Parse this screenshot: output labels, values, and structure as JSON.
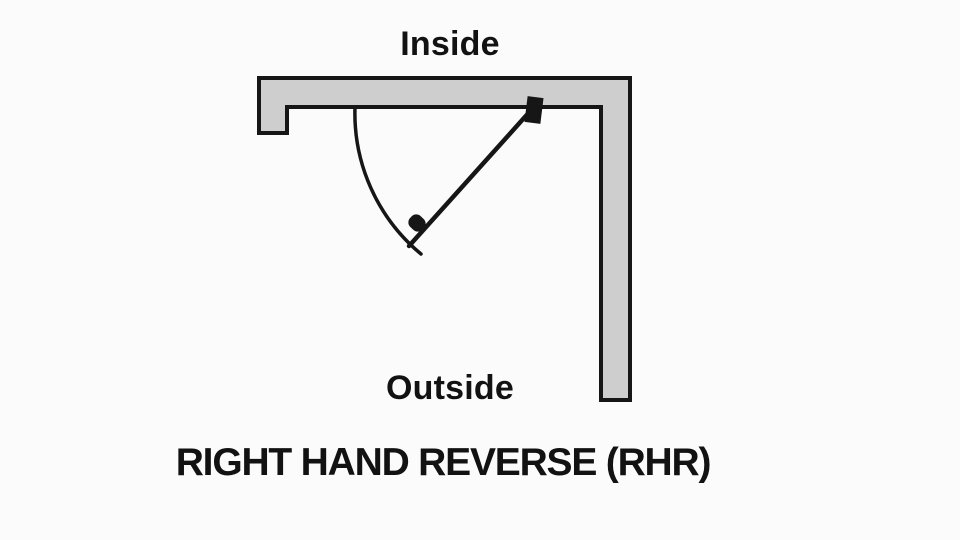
{
  "diagram": {
    "title": "RIGHT HAND REVERSE (RHR)",
    "labels": {
      "inside": "Inside",
      "outside": "Outside"
    },
    "depicts": {
      "type": "door-handing-plan-view",
      "handing": "right hand reverse",
      "abbreviation": "RHR",
      "hinge_side": "right",
      "swing_direction": "toward outside"
    }
  },
  "colors": {
    "background": "#fbfbfb",
    "wall_fill": "#cecece",
    "outline": "#161616",
    "text": "#121212"
  }
}
